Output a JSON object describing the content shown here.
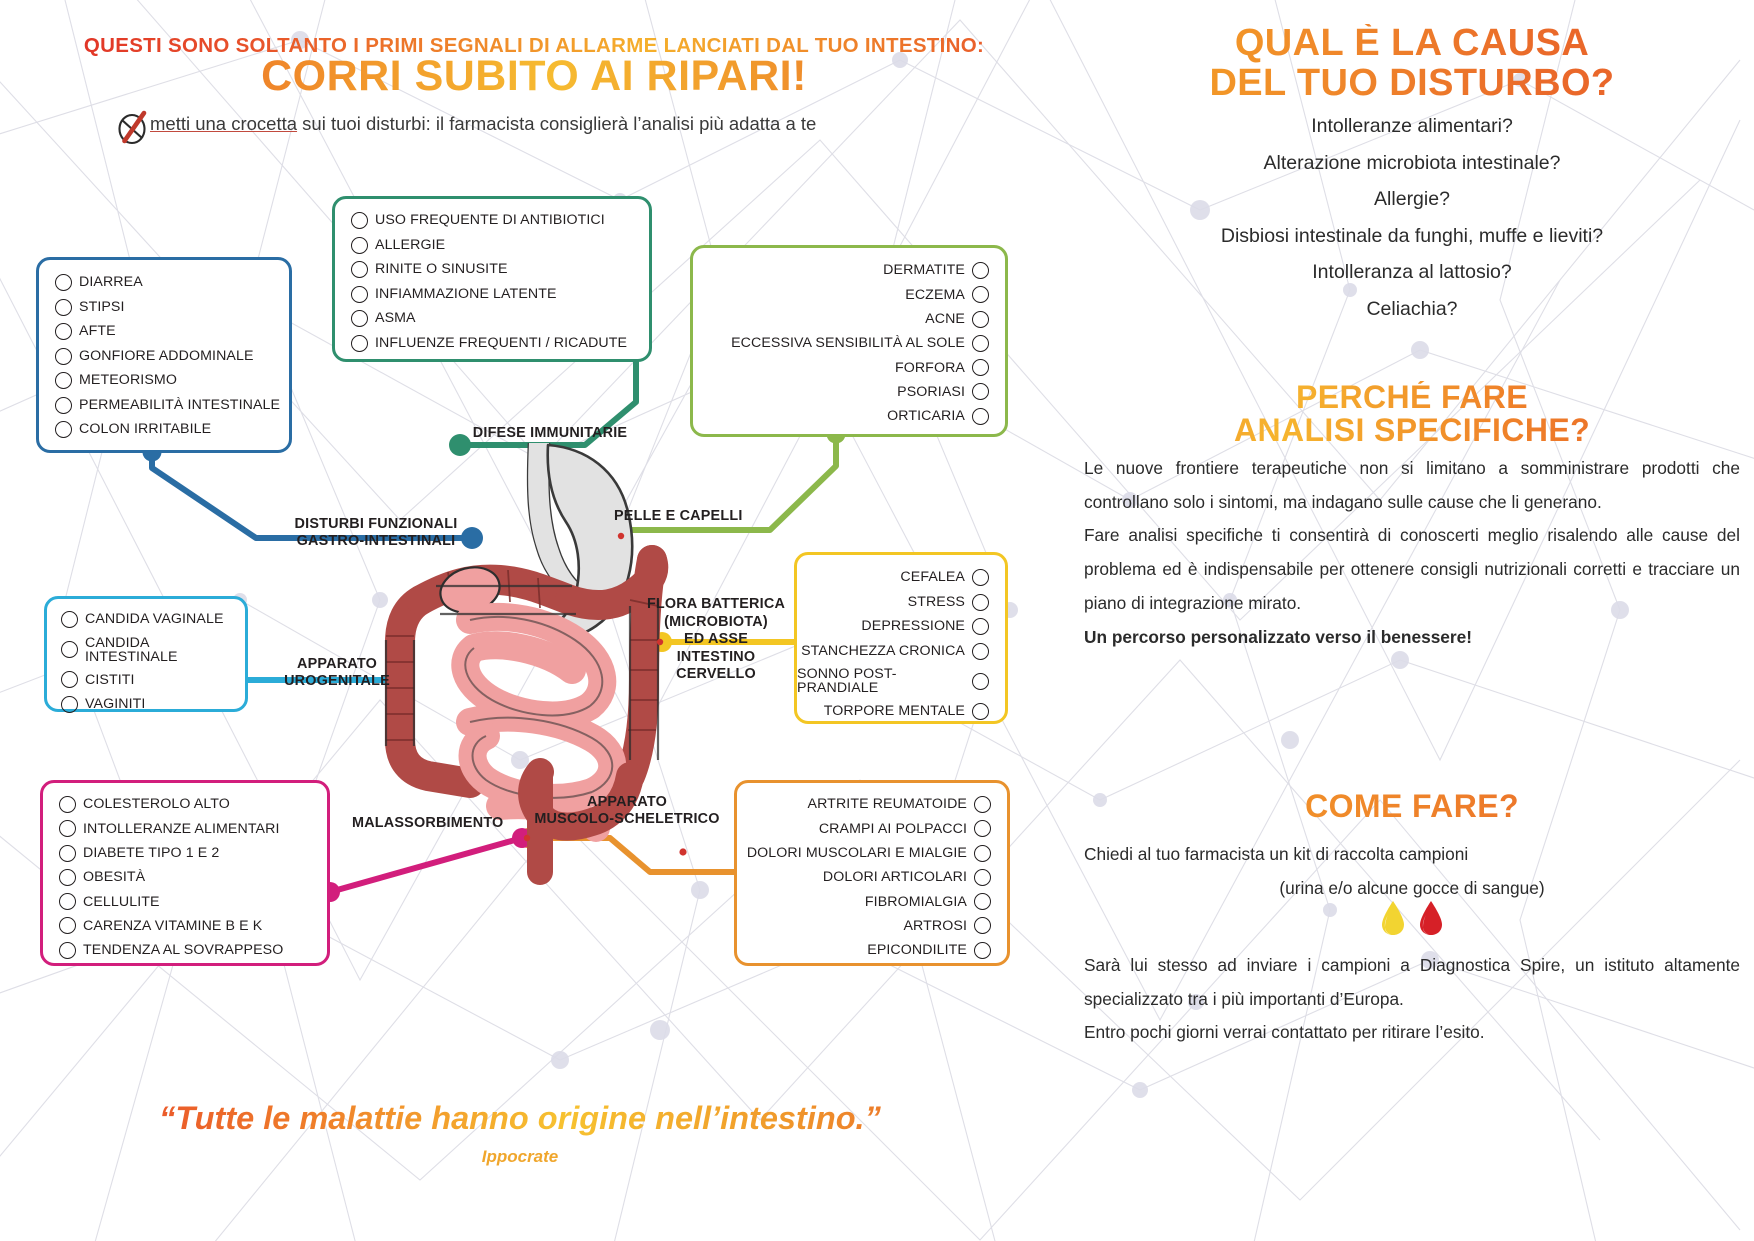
{
  "header": {
    "line1": "QUESTI SONO SOLTANTO I PRIMI SEGNALI DI ALLARME LANCIATI DAL TUO INTESTINO:",
    "line2": "CORRI SUBITO AI RIPARI!",
    "instruction_link": "metti una crocetta",
    "instruction_rest": " sui tuoi disturbi: il farmacista consiglierà l’analisi più adatta a te"
  },
  "colors": {
    "gastro": "#2a6da4",
    "immune": "#2f8f6e",
    "skin": "#8cb84b",
    "urogenital": "#2bacd8",
    "brain": "#f3c623",
    "musculo": "#e8922e",
    "malabsorption": "#d21e7c",
    "accent_orange": "#ef8a2b",
    "accent_red": "#d62027",
    "accent_yellow": "#f2d431",
    "organ_colon": "#b04a46",
    "organ_bowel": "#f0a0a0",
    "organ_stomach": "#dcdcdc"
  },
  "boxes": {
    "gastro": {
      "connector_label": "DISTURBI FUNZIONALI\nGASTRO-INTESTINALI",
      "items": [
        "DIARREA",
        "STIPSI",
        "AFTE",
        "GONFIORE ADDOMINALE",
        "METEORISMO",
        "PERMEABILITÀ INTESTINALE",
        "COLON IRRITABILE"
      ]
    },
    "immune": {
      "connector_label": "DIFESE IMMUNITARIE",
      "items": [
        "USO FREQUENTE DI ANTIBIOTICI",
        "ALLERGIE",
        "RINITE O SINUSITE",
        "INFIAMMAZIONE LATENTE",
        "ASMA",
        "INFLUENZE FREQUENTI / RICADUTE"
      ]
    },
    "skin": {
      "connector_label": "PELLE E CAPELLI",
      "items": [
        "DERMATITE",
        "ECZEMA",
        "ACNE",
        "ECCESSIVA SENSIBILITÀ AL SOLE",
        "FORFORA",
        "PSORIASI",
        "ORTICARIA"
      ]
    },
    "urogenital": {
      "connector_label": "APPARATO\nUROGENITALE",
      "items": [
        "CANDIDA VAGINALE",
        "CANDIDA INTESTINALE",
        "CISTITI",
        "VAGINITI"
      ]
    },
    "brain": {
      "connector_label": "FLORA BATTERICA\n(MICROBIOTA)\nED ASSE\nINTESTINO\nCERVELLO",
      "items": [
        "CEFALEA",
        "STRESS",
        "DEPRESSIONE",
        "STANCHEZZA CRONICA",
        "SONNO POST-PRANDIALE",
        "TORPORE MENTALE"
      ]
    },
    "musculo": {
      "connector_label": "APPARATO\nMUSCOLO-SCHELETRICO",
      "items": [
        "ARTRITE REUMATOIDE",
        "CRAMPI AI POLPACCI",
        "DOLORI MUSCOLARI E MIALGIE",
        "DOLORI ARTICOLARI",
        "FIBROMIALGIA",
        "ARTROSI",
        "EPICONDILITE"
      ]
    },
    "malabsorption": {
      "connector_label": "MALASSORBIMENTO",
      "items": [
        "COLESTEROLO ALTO",
        "INTOLLERANZE ALIMENTARI",
        "DIABETE TIPO 1 E 2",
        "OBESITÀ",
        "CELLULITE",
        "CARENZA VITAMINE B E K",
        "TENDENZA AL SOVRAPPESO"
      ]
    }
  },
  "quote": {
    "text": "“Tutte le malattie hanno origine nell’intestino.”",
    "author": "Ippocrate"
  },
  "right": {
    "cause": {
      "title_line1": "QUAL È LA CAUSA",
      "title_line2": "DEL TUO DISTURBO?",
      "items": [
        "Intolleranze alimentari?",
        "Alterazione microbiota intestinale?",
        "Allergie?",
        "Disbiosi intestinale da funghi, muffe e lieviti?",
        "Intolleranza al lattosio?",
        "Celiachia?"
      ]
    },
    "why": {
      "title_line1": "PERCHÉ FARE",
      "title_line2": "ANALISI SPECIFICHE?",
      "p1": "Le nuove frontiere terapeutiche non si limitano a somministrare prodotti che controllano solo i sintomi, ma indagano sulle cause che li generano.",
      "p2": "Fare analisi specifiche ti consentirà di conoscerti meglio risalendo alle cause del problema ed è indispensabile per ottenere consigli nutrizionali corretti e tracciare un piano di integrazione mirato.",
      "p3": "Un percorso personalizzato verso il benessere!"
    },
    "how": {
      "title": "COME FARE?",
      "p1": "Chiedi al tuo farmacista un kit di raccolta campioni",
      "p2": "(urina e/o alcune gocce di sangue)",
      "drop_urine": "urine-drop-icon",
      "drop_blood": "blood-drop-icon",
      "p3": "Sarà lui stesso ad inviare i campioni a Diagnostica Spire, un istituto altamente specializzato tra i più importanti d’Europa.",
      "p4": "Entro pochi giorni verrai contattato per ritirare l’esito."
    }
  }
}
